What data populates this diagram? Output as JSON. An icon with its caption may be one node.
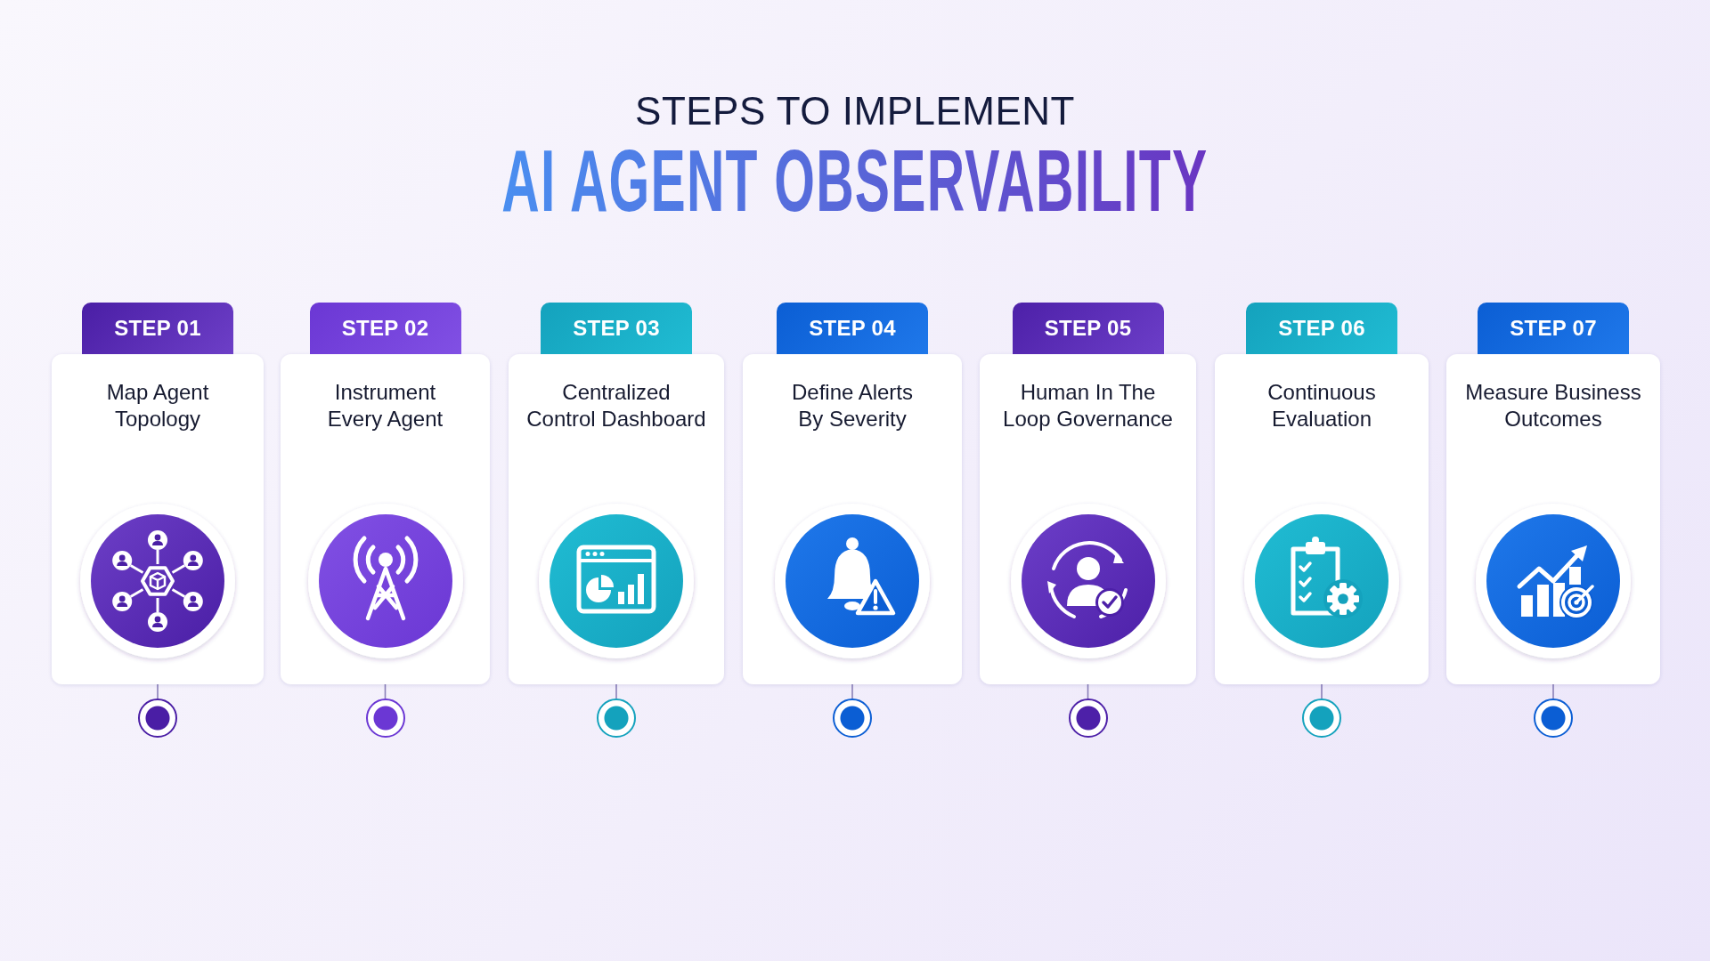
{
  "diagram": {
    "title": "AI AGENT OBSERVABILITY",
    "nodes": [
      {
        "text": [
          "STEP 01",
          "Map Agent Topology"
        ]
      },
      {
        "text": [
          "STEP 02",
          "Instrument Every Agent"
        ]
      },
      {
        "text": [
          "STEP 03",
          "Centralized Control Dashboard"
        ]
      },
      {
        "text": [
          "STEP 04",
          "Define Alerts By Severity"
        ]
      },
      {
        "text": [
          "STEP 05",
          "Human In The Loop Governance"
        ]
      },
      {
        "text": [
          "STEP 06",
          "Continuous Evaluation"
        ]
      },
      {
        "text": [
          "STEP 07",
          "Measure Business Outcomes"
        ]
      },
      {
        "text": [],
        "shape": "circle"
      },
      {
        "text": [],
        "shape": "circle"
      },
      {
        "text": [],
        "shape": "circle"
      },
      {
        "text": [],
        "shape": "circle"
      },
      {
        "text": [],
        "shape": "circle"
      },
      {
        "text": [],
        "shape": "circle"
      },
      {
        "text": [],
        "shape": "circle"
      }
    ],
    "edges": [
      {
        "from": 0,
        "to": 7,
        "arrow": "none"
      },
      {
        "from": 1,
        "to": 8,
        "arrow": "none"
      },
      {
        "from": 2,
        "to": 9,
        "arrow": "none"
      },
      {
        "from": 3,
        "to": 10,
        "arrow": "none"
      },
      {
        "from": 4,
        "to": 11,
        "arrow": "none"
      },
      {
        "from": 5,
        "to": 12,
        "arrow": "none"
      },
      {
        "from": 6,
        "to": 13,
        "arrow": "none"
      }
    ],
    "labels": [
      "STEPS TO IMPLEMENT"
    ]
  }
}
